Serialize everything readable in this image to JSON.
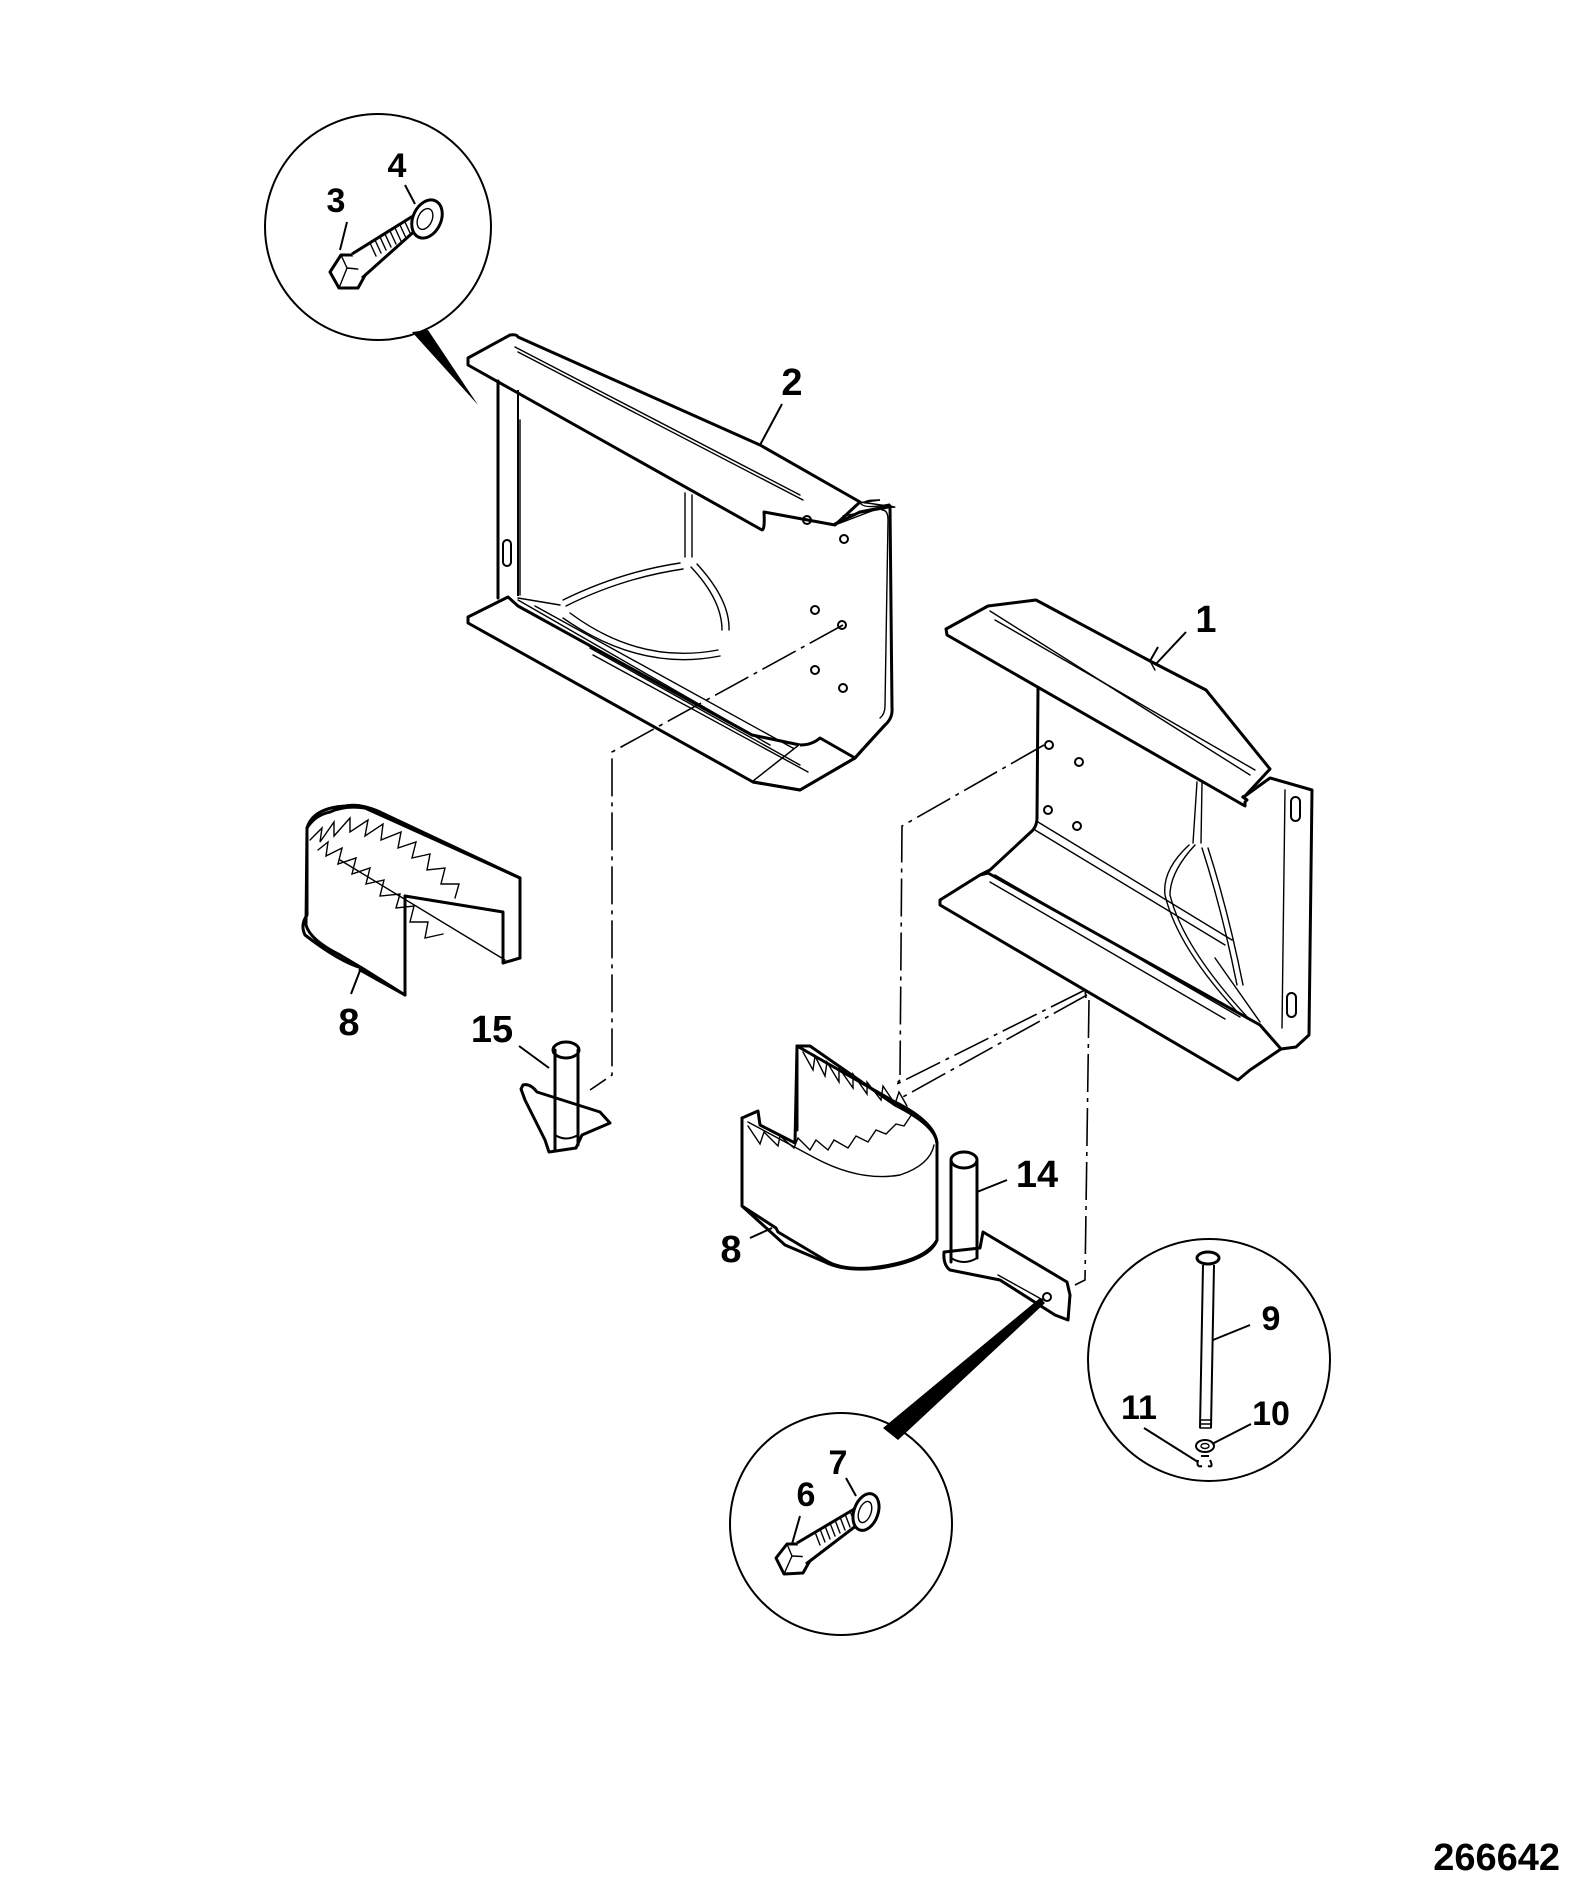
{
  "diagram": {
    "type": "exploded-parts-diagram",
    "reference_number": "266642",
    "callouts": {
      "part1": "1",
      "part2": "2",
      "part3": "3",
      "part4": "4",
      "part6": "6",
      "part7": "7",
      "part8_left": "8",
      "part8_right": "8",
      "part9": "9",
      "part10": "10",
      "part11": "11",
      "part14": "14",
      "part15": "15"
    },
    "parts": [
      {
        "callout": "1",
        "depicts": "right support bracket"
      },
      {
        "callout": "2",
        "depicts": "left support bracket"
      },
      {
        "callout": "3",
        "depicts": "hex bolt"
      },
      {
        "callout": "4",
        "depicts": "washer"
      },
      {
        "callout": "6",
        "depicts": "hex bolt"
      },
      {
        "callout": "7",
        "depicts": "washer"
      },
      {
        "callout": "8",
        "depicts": "toothed cover (x2)"
      },
      {
        "callout": "9",
        "depicts": "pin rod"
      },
      {
        "callout": "10",
        "depicts": "washer"
      },
      {
        "callout": "11",
        "depicts": "clip"
      },
      {
        "callout": "14",
        "depicts": "pivot pin with plate (right)"
      },
      {
        "callout": "15",
        "depicts": "pivot pin with plate (left)"
      }
    ]
  }
}
